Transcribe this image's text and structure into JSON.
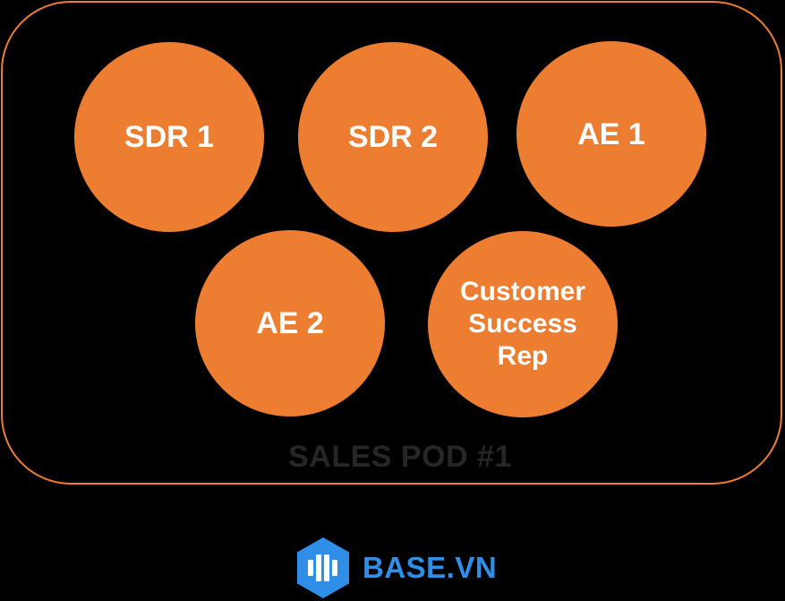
{
  "colors": {
    "background": "#000000",
    "accent": "#ED7D31",
    "circle_text": "#FFFFFF",
    "pod_title": "#262626",
    "brand_blue": "#2F8FE8"
  },
  "pod": {
    "title": "SALES POD #1",
    "members": [
      {
        "label": "SDR 1"
      },
      {
        "label": "SDR 2"
      },
      {
        "label": "AE 1"
      },
      {
        "label": "AE 2"
      },
      {
        "label": "Customer\nSuccess\nRep"
      }
    ]
  },
  "brand": {
    "icon": "base-hexagon-logo-icon",
    "name": "BASE.VN"
  }
}
